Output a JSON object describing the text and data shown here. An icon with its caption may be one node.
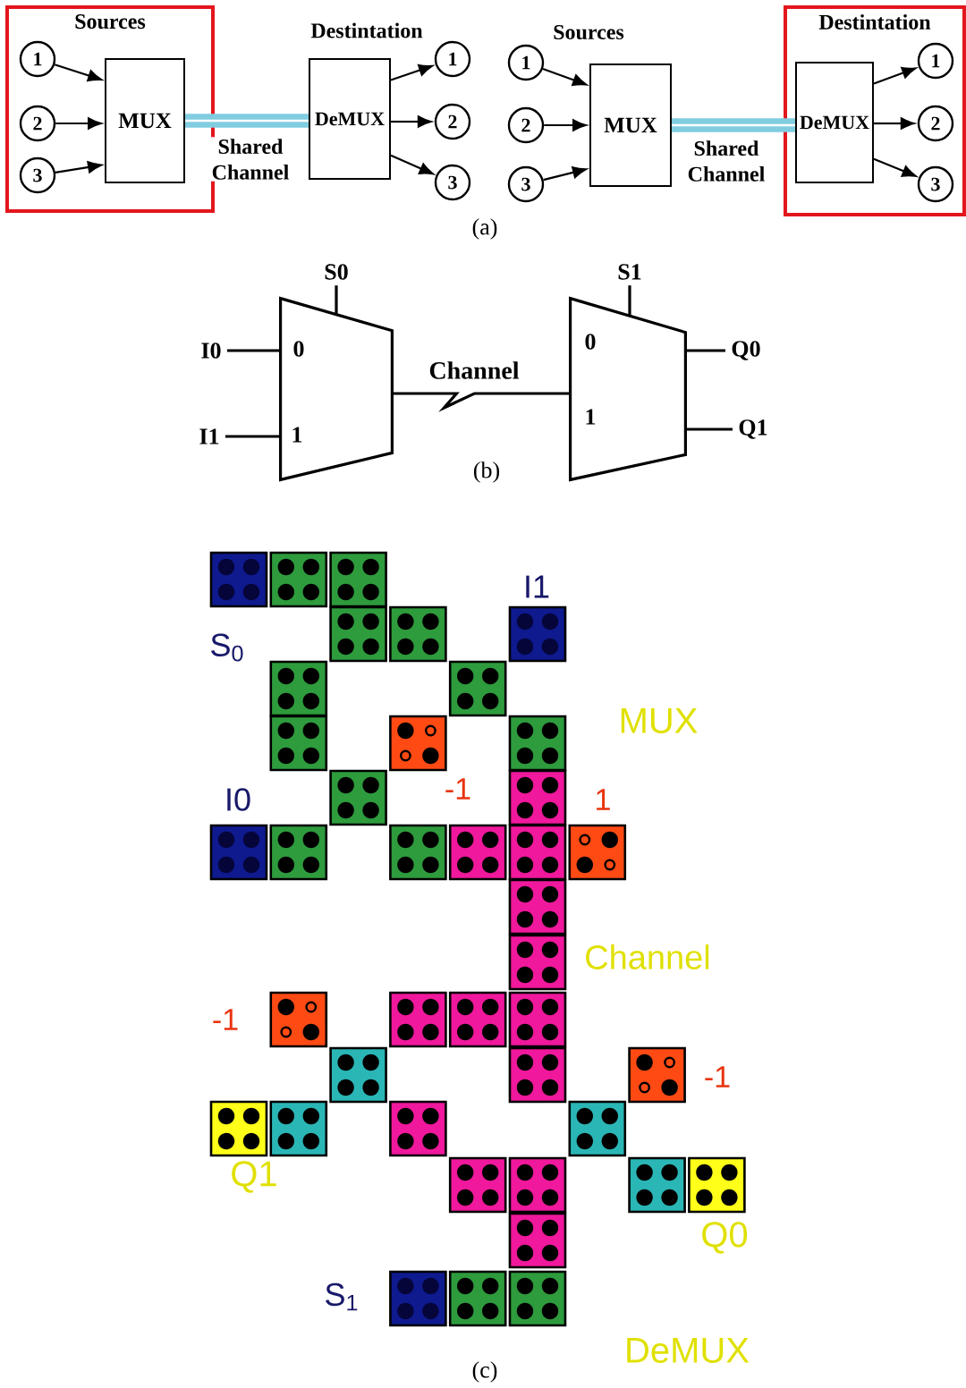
{
  "diagram": {
    "nodes": [
      {
        "text": [
          "Sources"
        ]
      },
      {
        "text": [
          "1"
        ],
        "in": 0
      },
      {
        "text": [
          "2"
        ],
        "in": 0
      },
      {
        "text": [
          "3"
        ],
        "in": 0
      },
      {
        "text": [
          "MUX"
        ],
        "in": 0
      },
      {
        "text": [
          "DeMUX"
        ]
      },
      {
        "text": [
          "1"
        ]
      },
      {
        "text": [
          "2"
        ]
      },
      {
        "text": [
          "3"
        ]
      },
      {
        "text": [
          "1"
        ]
      },
      {
        "text": [
          "2"
        ]
      },
      {
        "text": [
          "3"
        ]
      },
      {
        "text": [
          "MUX"
        ]
      },
      {
        "text": [
          "Destintation"
        ]
      },
      {
        "text": [
          "DeMUX"
        ],
        "in": 13
      },
      {
        "text": [
          "1"
        ],
        "in": 13
      },
      {
        "text": [
          "2"
        ],
        "in": 13
      },
      {
        "text": [
          "3"
        ],
        "in": 13
      },
      {
        "text": [
          "S0"
        ]
      },
      {
        "text": [
          "0",
          "1"
        ]
      },
      {
        "text": [
          "I0"
        ]
      },
      {
        "text": [
          "I1"
        ]
      },
      {
        "text": [
          "S1"
        ]
      },
      {
        "text": [
          "0",
          "1"
        ]
      },
      {
        "text": [
          "Q0"
        ]
      },
      {
        "text": [
          "Q1"
        ]
      }
    ],
    "edges": [
      {
        "from": 1,
        "to": 4,
        "arrow": "to"
      },
      {
        "from": 2,
        "to": 4,
        "arrow": "to"
      },
      {
        "from": 3,
        "to": 4,
        "arrow": "to"
      },
      {
        "from": 4,
        "to": 5,
        "arrow": "none",
        "label": "Shared Channel",
        "style": "thick",
        "color": "#80cde0"
      },
      {
        "from": 5,
        "to": 6,
        "arrow": "to"
      },
      {
        "from": 5,
        "to": 7,
        "arrow": "to"
      },
      {
        "from": 5,
        "to": 8,
        "arrow": "to"
      },
      {
        "from": 9,
        "to": 12,
        "arrow": "to"
      },
      {
        "from": 10,
        "to": 12,
        "arrow": "to"
      },
      {
        "from": 11,
        "to": 12,
        "arrow": "to"
      },
      {
        "from": 12,
        "to": 14,
        "arrow": "none",
        "label": "Shared Channel",
        "style": "thick",
        "color": "#80cde0"
      },
      {
        "from": 14,
        "to": 15,
        "arrow": "to"
      },
      {
        "from": 14,
        "to": 16,
        "arrow": "to"
      },
      {
        "from": 14,
        "to": 17,
        "arrow": "to"
      },
      {
        "from": 18,
        "to": 19,
        "arrow": "none"
      },
      {
        "from": 20,
        "to": 19,
        "arrow": "none"
      },
      {
        "from": 21,
        "to": 19,
        "arrow": "none"
      },
      {
        "from": 19,
        "to": 23,
        "arrow": "none",
        "label": "Channel"
      },
      {
        "from": 22,
        "to": 23,
        "arrow": "none"
      },
      {
        "from": 23,
        "to": 24,
        "arrow": "none"
      },
      {
        "from": 23,
        "to": 25,
        "arrow": "none"
      }
    ],
    "labels": [
      "Destintation",
      "Sources",
      "(a)",
      "(b)",
      "S$_{0}$",
      "I1",
      "MUX",
      "-1",
      "1",
      "I0",
      "Channel",
      "-1",
      "-1",
      "Q1",
      "Q0",
      "S$_{1}$",
      "DeMUX",
      "(c)"
    ]
  }
}
